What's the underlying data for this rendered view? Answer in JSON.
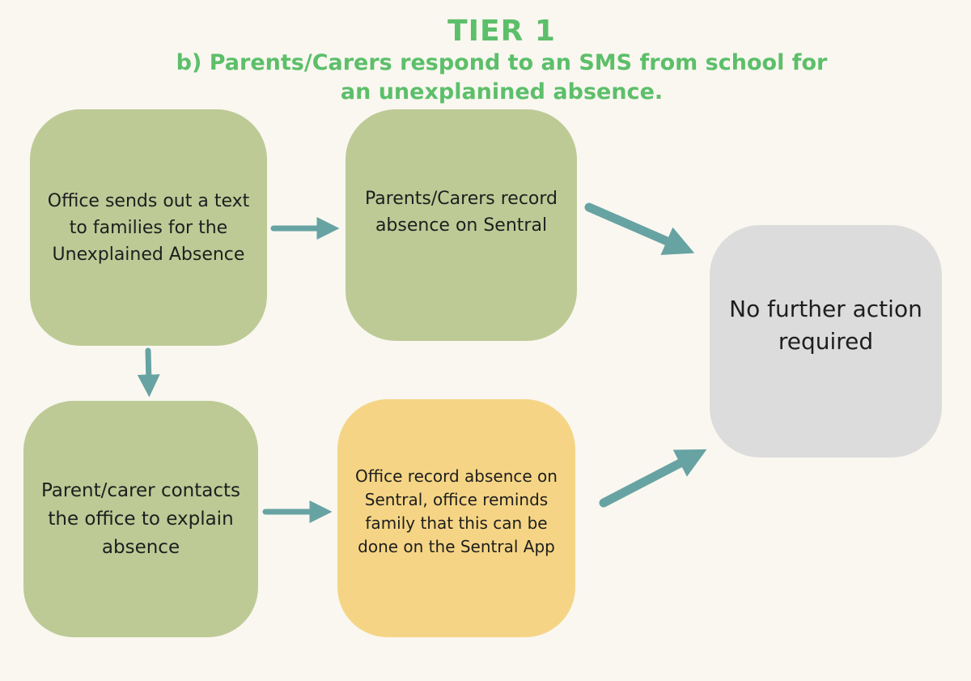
{
  "header": {
    "title": "TIER 1",
    "subtitle": "b) Parents/Carers respond to an SMS from school for an unexplanined absence."
  },
  "boxes": {
    "office_sends": "Office sends out a text to families for the Unexplained Absence",
    "parents_record": "Parents/Carers record absence on Sentral",
    "no_action": "No further action required",
    "parent_contacts": "Parent/carer contacts the office to explain absence",
    "office_record": "Office record absence on Sentral, office reminds family that this can be done on the Sentral App"
  },
  "colors": {
    "title": "#5cbf6a",
    "green_box": "#bdca96",
    "yellow_box": "#f5d585",
    "grey_box": "#dcdcdc",
    "arrow": "#67a3a3",
    "background": "#faf7f0"
  }
}
